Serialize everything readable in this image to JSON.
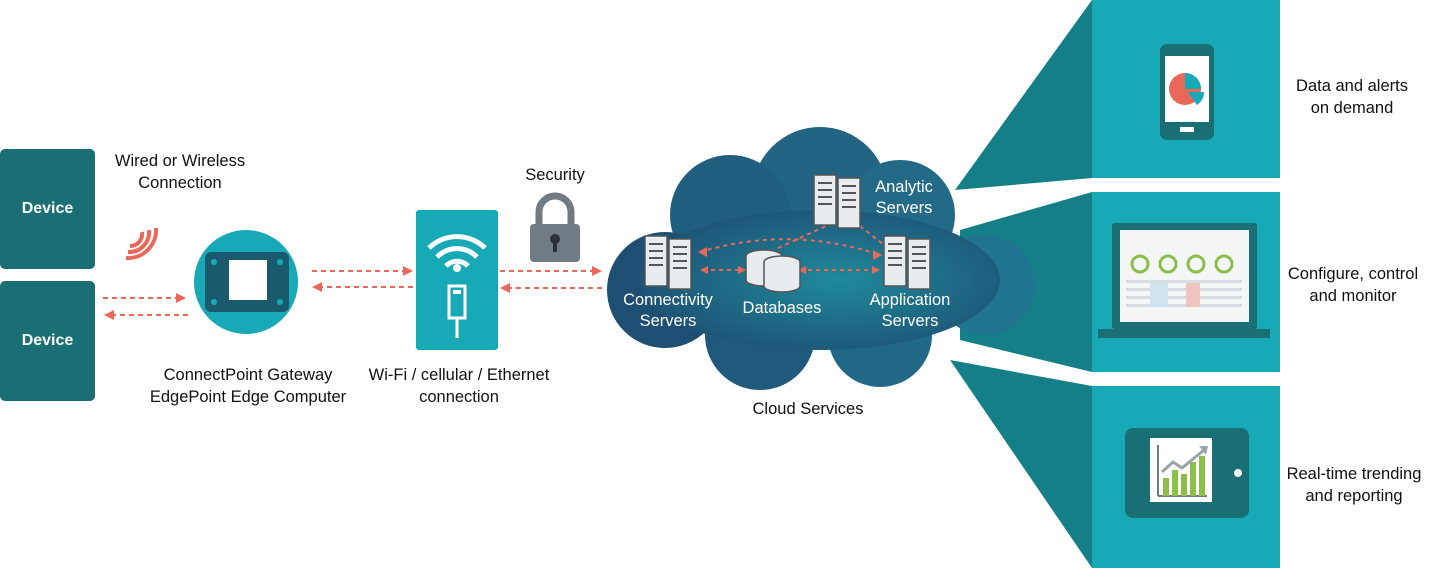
{
  "devices": [
    {
      "label": "Device"
    },
    {
      "label": "Device"
    }
  ],
  "labels": {
    "connection": [
      "Wired or Wireless",
      "Connection"
    ],
    "gateway": [
      "ConnectPoint Gateway",
      "EdgePoint Edge Computer"
    ],
    "network": [
      "Wi-Fi / cellular / Ethernet",
      "connection"
    ],
    "security": "Security",
    "cloud_services": "Cloud Services"
  },
  "cloud": {
    "analytic": [
      "Analytic",
      "Servers"
    ],
    "connectivity": [
      "Connectivity",
      "Servers"
    ],
    "databases": "Databases",
    "application": [
      "Application",
      "Servers"
    ]
  },
  "outputs": [
    {
      "icon": "smartphone-pie-chart-icon",
      "label": [
        "Data and alerts",
        "on demand"
      ]
    },
    {
      "icon": "laptop-dashboard-icon",
      "label": [
        "Configure, control",
        "and monitor"
      ]
    },
    {
      "icon": "tablet-trend-chart-icon",
      "label": [
        "Real-time trending",
        "and reporting"
      ]
    }
  ],
  "colors": {
    "teal_dark": "#1a6f74",
    "teal": "#17a9b6",
    "cloud": "#1f5f78",
    "arrow": "#e9685a",
    "gray": "#707b84"
  }
}
